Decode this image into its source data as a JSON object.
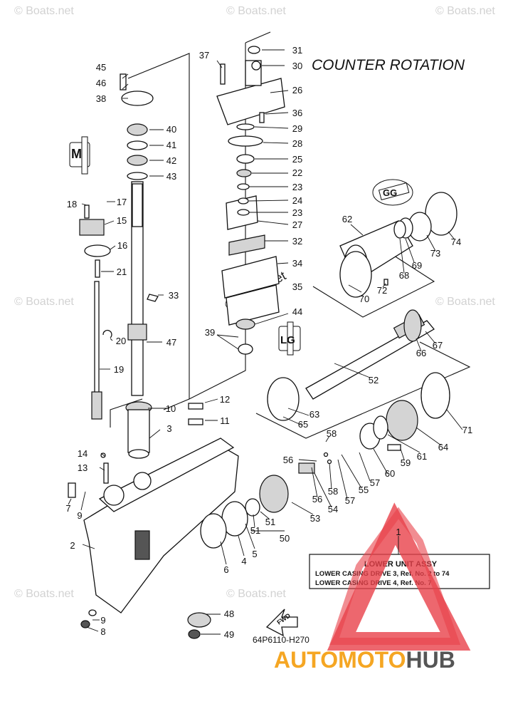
{
  "diagram": {
    "heading": "COUNTER ROTATION",
    "drawing_code": "64P6110-H270",
    "fwd_label": "FWD",
    "inset_letters": {
      "m": "M",
      "gg": "GG",
      "lg": "LG"
    },
    "legend": {
      "title": "LOWER UNIT ASSY",
      "line1": "LOWER CASING DRIVE 3, Ref. No. 2 to 74",
      "line2": "LOWER CASING DRIVE 4, Ref. No. 7"
    },
    "watermark": "© Boats.net",
    "brand": {
      "part1": "AUTOMOTO",
      "part2": "HUB",
      "color1": "#f5a623",
      "color2": "#555555",
      "accent": "#e8414a"
    }
  },
  "callouts": [
    "1",
    "2",
    "3",
    "4",
    "5",
    "6",
    "7",
    "8",
    "9",
    "9",
    "10",
    "11",
    "12",
    "13",
    "14",
    "15",
    "16",
    "17",
    "18",
    "19",
    "20",
    "21",
    "22",
    "23",
    "23",
    "24",
    "25",
    "26",
    "27",
    "28",
    "29",
    "30",
    "31",
    "32",
    "33",
    "34",
    "35",
    "36",
    "37",
    "38",
    "39",
    "40",
    "41",
    "42",
    "43",
    "44",
    "45",
    "46",
    "47",
    "48",
    "49",
    "50",
    "51",
    "51",
    "52",
    "53",
    "54",
    "55",
    "56",
    "56",
    "57",
    "57",
    "58",
    "58",
    "59",
    "60",
    "61",
    "62",
    "63",
    "64",
    "65",
    "66",
    "67",
    "68",
    "69",
    "70",
    "71",
    "72",
    "73",
    "74"
  ]
}
